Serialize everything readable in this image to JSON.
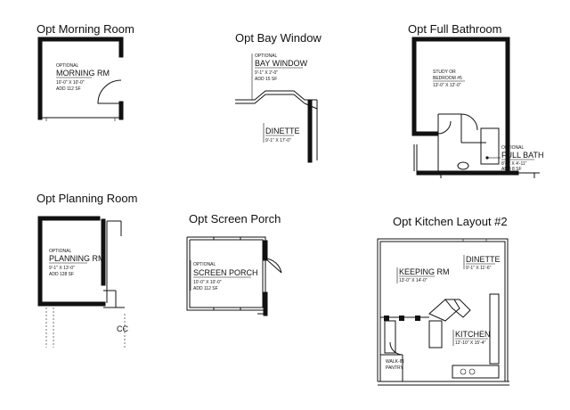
{
  "panels": {
    "morning_room": {
      "title": "Opt Morning Room",
      "label_optional": "OPTIONAL",
      "room_name": "MORNING RM",
      "dimensions": "10'-0\" X 10'-0\"",
      "add_sf": "ADD 112 SF"
    },
    "bay_window": {
      "title": "Opt Bay Window",
      "label_optional": "OPTIONAL",
      "room_name": "BAY WINDOW",
      "dimensions": "9'-1\" X 2'-0\"",
      "add_sf": "ADD 15 SF",
      "dinette_name": "DINETTE",
      "dinette_dimensions": "9'-1\" X 17'-0\""
    },
    "full_bathroom": {
      "title": "Opt Full Bathroom",
      "study_name_line1": "STUDY OR",
      "study_name_line2": "BEDROOM #5",
      "study_dimensions": "13'-0\" X 12'-0\"",
      "label_optional": "OPTIONAL",
      "bath_name": "FULL BATH",
      "bath_dimensions": "8'-3\" X 4'-11\"",
      "add_sf": "ADD 8 SF"
    },
    "planning_room": {
      "title": "Opt Planning Room",
      "label_optional": "OPTIONAL",
      "room_name": "PLANNING RM",
      "dimensions": "9'-1\" X 13'-0\"",
      "add_sf": "ADD 128 SF",
      "partial_label": "CC"
    },
    "screen_porch": {
      "title": "Opt Screen Porch",
      "label_optional": "OPTIONAL",
      "room_name": "SCREEN PORCH",
      "dimensions": "10'-0\" X 10'-0\"",
      "add_sf": "ADD 112 SF"
    },
    "kitchen_layout": {
      "title": "Opt Kitchen Layout #2",
      "dinette_name": "DINETTE",
      "dinette_dimensions": "9'-1\" X 11'-6\"",
      "keeping_name": "KEEPING RM",
      "keeping_dimensions": "13'-0\" X 14'-0\"",
      "kitchen_name": "KITCHEN",
      "kitchen_dimensions": "12'-10\" X 15'-4\"",
      "pantry_line1": "WALK-IN",
      "pantry_line2": "PANTRY"
    }
  }
}
